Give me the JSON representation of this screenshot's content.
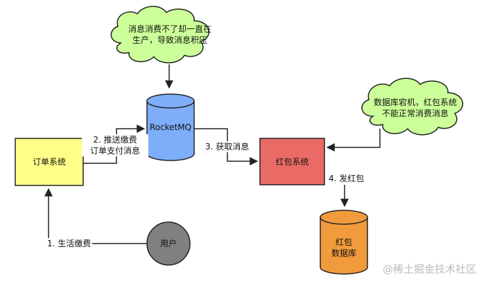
{
  "nodes": {
    "order_system": "订单系统",
    "rocketmq": "RocketMQ",
    "redpacket_system": "红包系统",
    "user": "用户",
    "redpacket_db_line1": "红包",
    "redpacket_db_line2": "数据库"
  },
  "edges": {
    "step1": "1. 生活缴费",
    "step2_line1": "2. 推送缴费",
    "step2_line2": "订单支付消息",
    "step3": "3. 获取消息",
    "step4": "4. 发红包"
  },
  "clouds": {
    "backlog_line1": "消息消费不了却一直在",
    "backlog_line2": "生产，导致消息积压",
    "db_down_line1": "数据库宕机，红包系统",
    "db_down_line2": "不能正常消费消息"
  },
  "watermark": "@稀土掘金技术社区",
  "colors": {
    "order_system_fill": "#ffff88",
    "rocketmq_fill": "#7eaef9",
    "redpacket_system_fill": "#ea6b66",
    "user_fill": "#808080",
    "db_fill": "#f19b3c",
    "cloud_fill": "#ccff99"
  }
}
